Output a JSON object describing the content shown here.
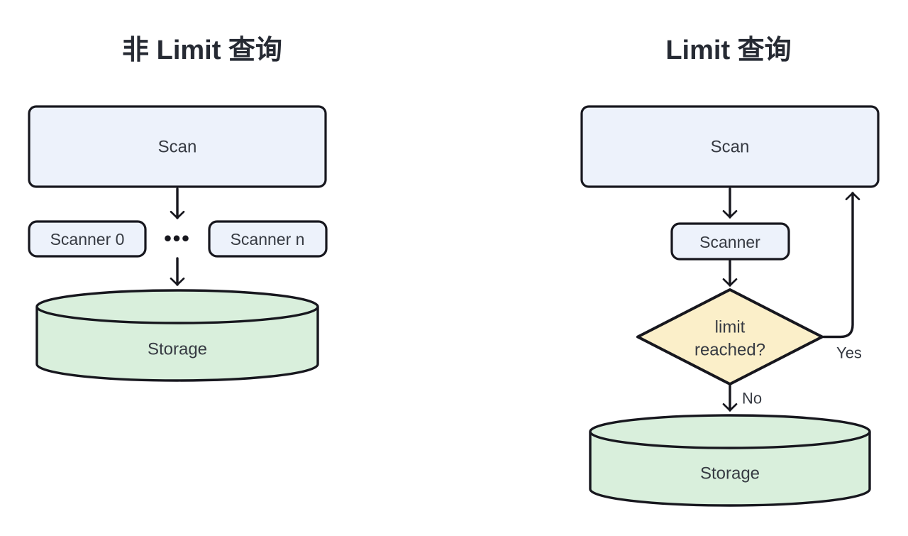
{
  "colors": {
    "background": "#ffffff",
    "node_fill": "#edf2fb",
    "storage_fill": "#d9efdc",
    "decision_fill": "#fbefc9",
    "line": "#17171e",
    "text": "#363a42",
    "title_text": "#262a33"
  },
  "left_flow": {
    "title": "非 Limit 查询",
    "scan_label": "Scan",
    "scanner_first_label": "Scanner 0",
    "ellipsis": "•••",
    "scanner_last_label": "Scanner n",
    "storage_label": "Storage"
  },
  "right_flow": {
    "title": "Limit 查询",
    "scan_label": "Scan",
    "scanner_label": "Scanner",
    "decision_line1": "limit",
    "decision_line2": "reached?",
    "yes_label": "Yes",
    "no_label": "No",
    "storage_label": "Storage"
  }
}
